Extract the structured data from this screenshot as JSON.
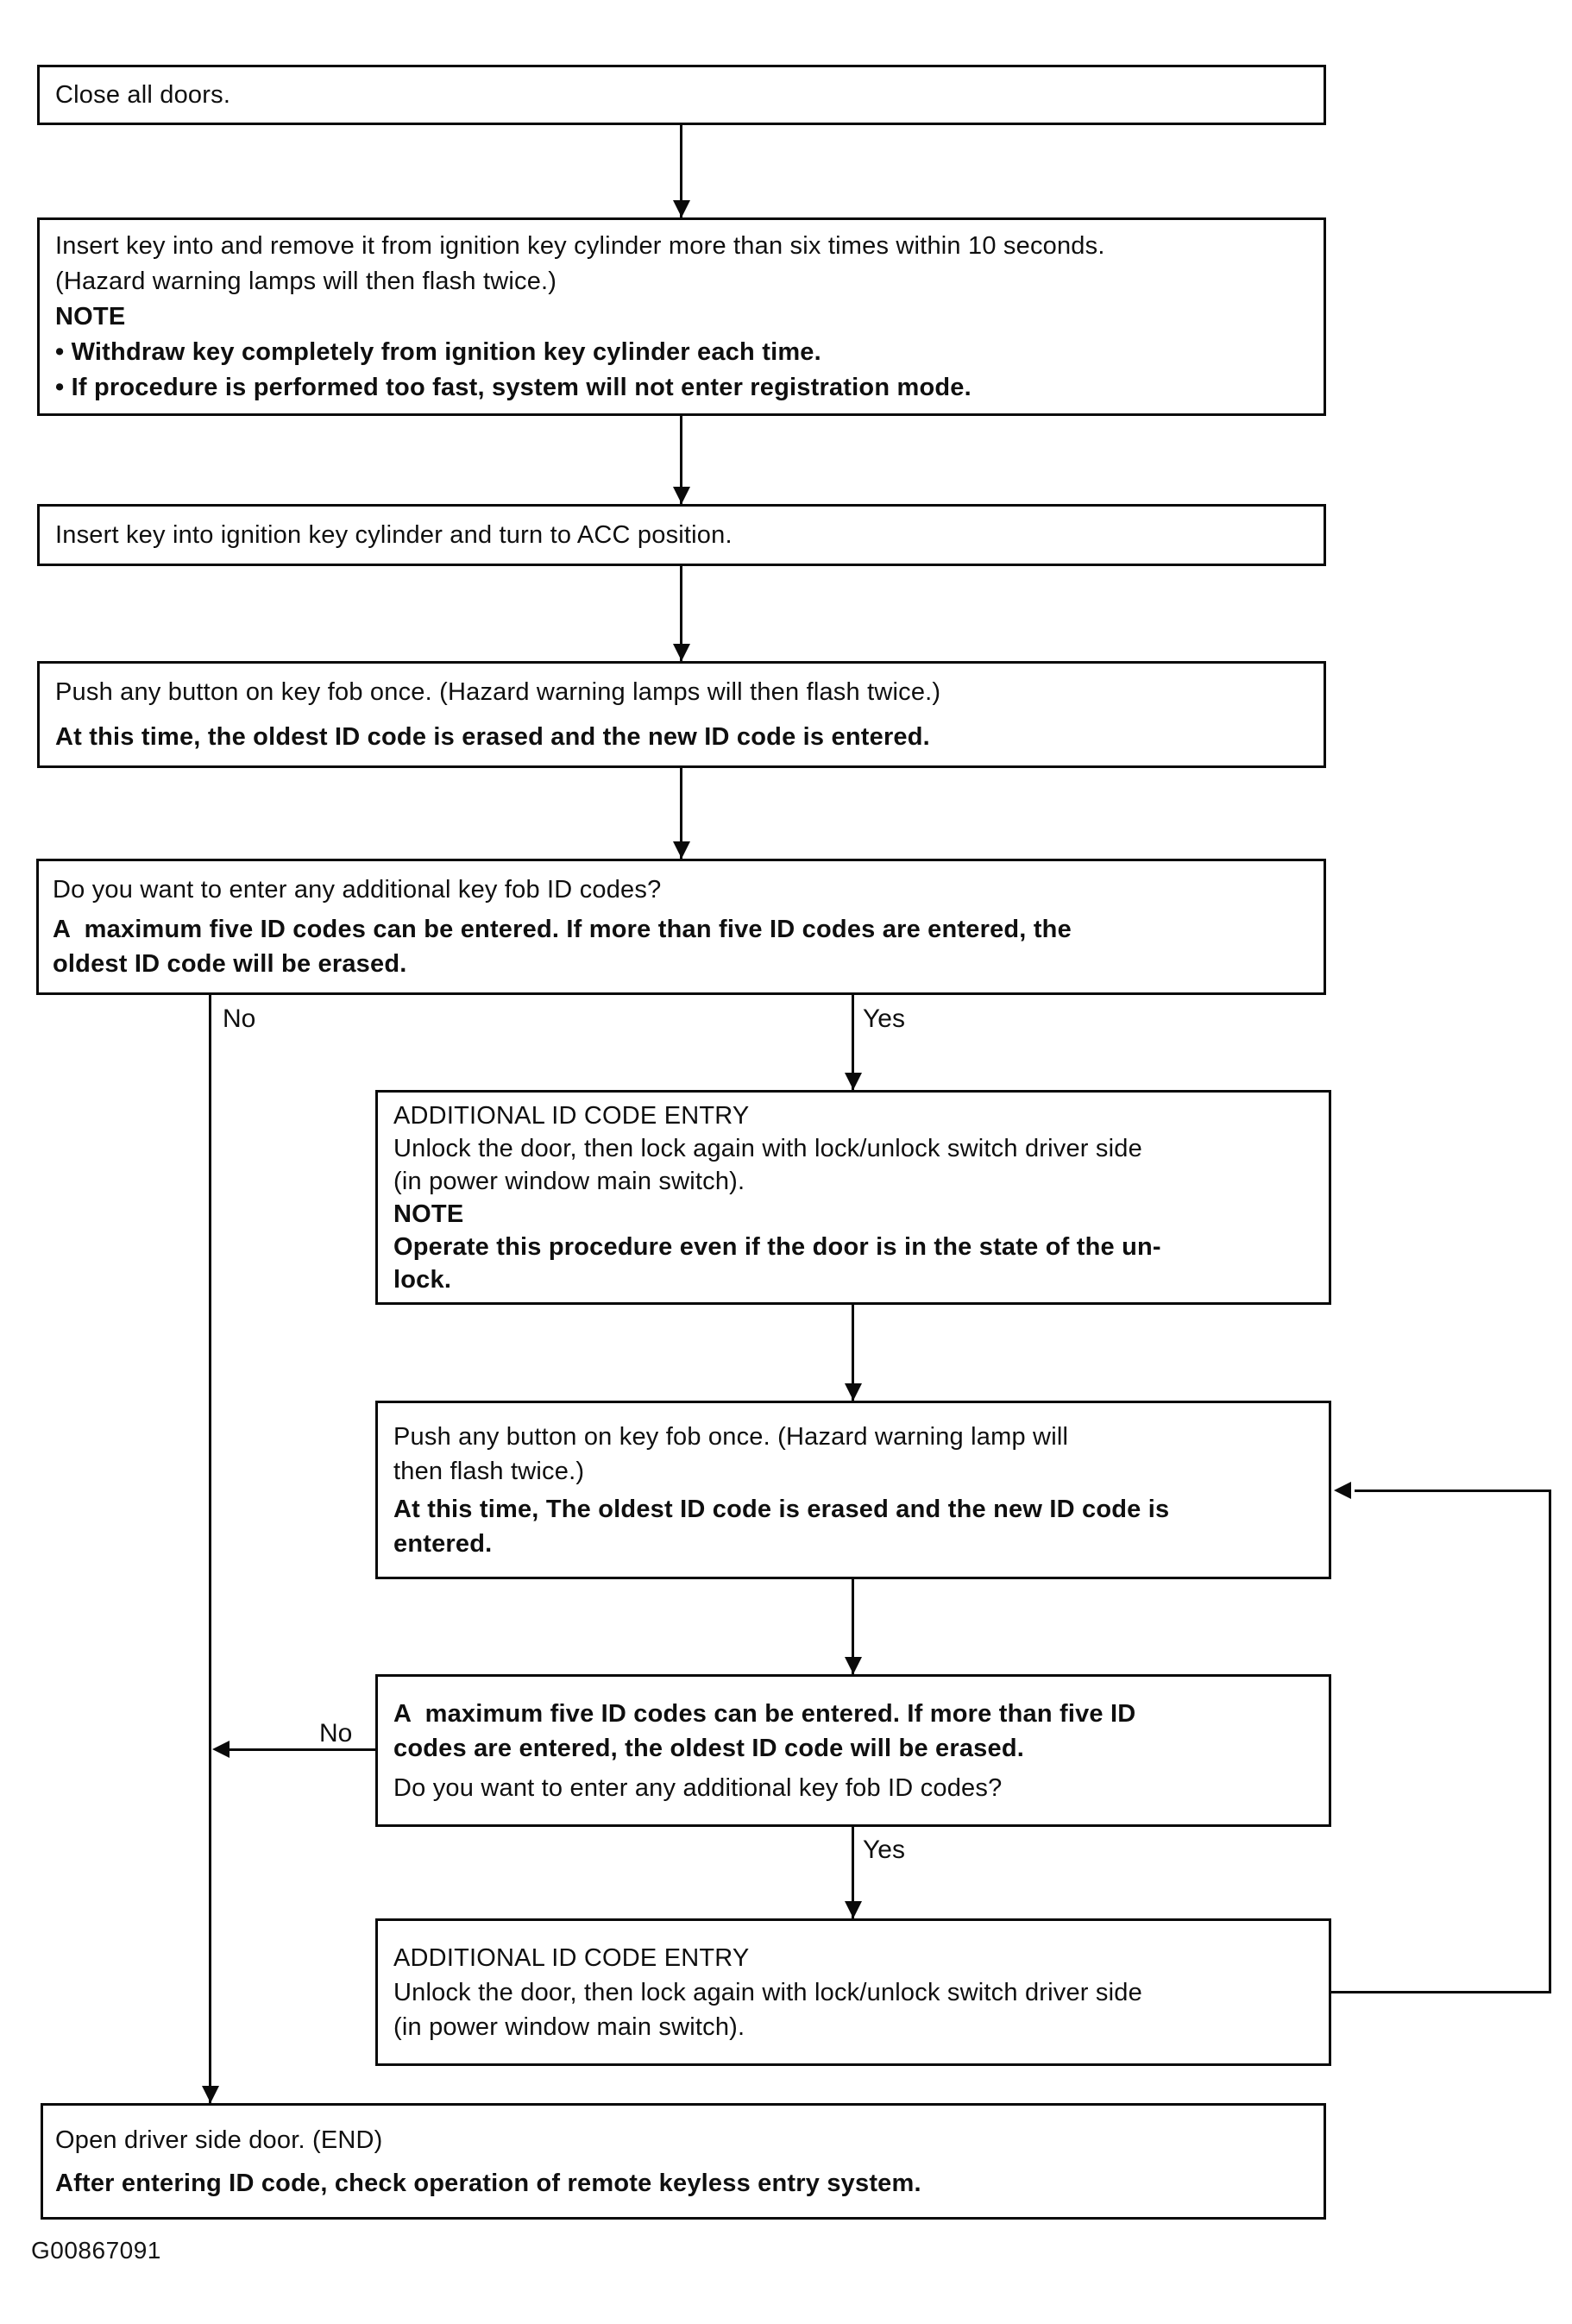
{
  "diagram": {
    "title_implicit": "Remote keyless entry ID code registration flowchart",
    "ink_color": "#0a0a0a",
    "background_color": "#ffffff"
  },
  "nodes": [
    {
      "id": "close-all-doors",
      "lines": [
        {
          "t": "Close all doors.",
          "bold": false
        }
      ]
    },
    {
      "id": "enter-registration-mode",
      "lines": [
        {
          "t": "Insert key into and remove it from ignition key cylinder more than six times within 10 seconds.",
          "bold": false
        },
        {
          "t": "(Hazard warning lamps will then flash twice.)",
          "bold": false
        },
        {
          "t": "NOTE",
          "bold": true
        },
        {
          "t": "• Withdraw key completely from ignition key cylinder each time.",
          "bold": true
        },
        {
          "t": "• If procedure is performed too fast, system will not enter registration mode.",
          "bold": true
        }
      ]
    },
    {
      "id": "turn-key-to-acc",
      "lines": [
        {
          "t": "Insert key into ignition key cylinder and turn to ACC position.",
          "bold": false
        }
      ]
    },
    {
      "id": "register-first-id-code",
      "lines": [
        {
          "t": "Push any button on key fob once. (Hazard warning lamps will then flash twice.)",
          "bold": false
        },
        {
          "t": "At this time, the oldest ID code is erased and the new ID code is entered.",
          "bold": true
        }
      ]
    },
    {
      "id": "additional-code-question-1",
      "lines": [
        {
          "t": "Do you want to enter any additional key fob ID codes?",
          "bold": false
        },
        {
          "t": "A  maximum five ID codes can be entered. If more than five ID codes are entered, the",
          "bold": true
        },
        {
          "t": "oldest ID code will be erased.",
          "bold": true
        }
      ]
    },
    {
      "id": "additional-id-code-entry-1",
      "lines": [
        {
          "t": "ADDITIONAL ID CODE ENTRY",
          "bold": false
        },
        {
          "t": "Unlock the door, then lock again with lock/unlock switch driver side",
          "bold": false
        },
        {
          "t": "(in power window main switch).",
          "bold": false
        },
        {
          "t": "NOTE",
          "bold": true
        },
        {
          "t": "Operate this procedure even if the door is in the state of the un-",
          "bold": true
        },
        {
          "t": "lock.",
          "bold": true
        }
      ]
    },
    {
      "id": "register-additional-id-code",
      "lines": [
        {
          "t": "Push any button on key fob once. (Hazard warning lamp will",
          "bold": false
        },
        {
          "t": "then flash twice.)",
          "bold": false
        },
        {
          "t": "At this time, The oldest ID code is erased and the new ID code is",
          "bold": true
        },
        {
          "t": "entered.",
          "bold": true
        }
      ]
    },
    {
      "id": "additional-code-question-2",
      "lines": [
        {
          "t": "A  maximum five ID codes can be entered. If more than five ID",
          "bold": true
        },
        {
          "t": "codes are entered, the oldest ID code will be erased.",
          "bold": true
        },
        {
          "t": "Do you want to enter any additional key fob ID codes?",
          "bold": false
        }
      ]
    },
    {
      "id": "additional-id-code-entry-2",
      "lines": [
        {
          "t": "ADDITIONAL ID CODE ENTRY",
          "bold": false
        },
        {
          "t": "Unlock the door, then lock again with lock/unlock switch driver side",
          "bold": false
        },
        {
          "t": "(in power window main switch).",
          "bold": false
        }
      ]
    },
    {
      "id": "open-door-end",
      "lines": [
        {
          "t": "Open driver side door. (END)",
          "bold": false
        },
        {
          "t": "After entering ID code, check operation of remote keyless entry system.",
          "bold": true
        }
      ]
    }
  ],
  "branches": {
    "no_first": "No",
    "yes_first": "Yes",
    "no_second": "No",
    "yes_second": "Yes"
  },
  "footer": {
    "figure_code": "G00867091"
  }
}
